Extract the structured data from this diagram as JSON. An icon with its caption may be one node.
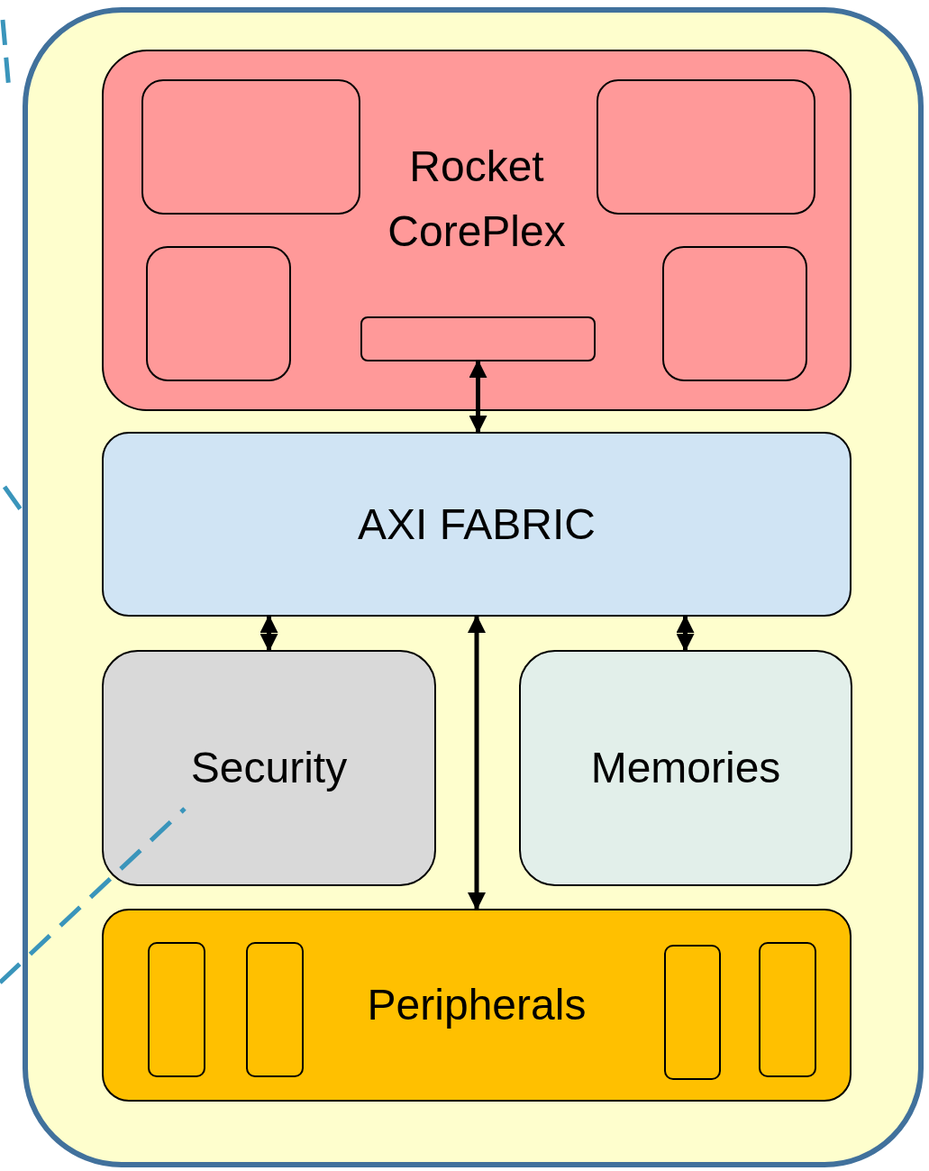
{
  "diagram": {
    "nodes": [
      {
        "text": [],
        "shape": "box"
      },
      {
        "text": [
          "Rocket CorePlex"
        ],
        "in": 0
      },
      {
        "text": [],
        "shape": "box",
        "in": 1
      },
      {
        "text": [],
        "shape": "box",
        "in": 1
      },
      {
        "text": [],
        "shape": "box",
        "in": 1
      },
      {
        "text": [],
        "shape": "box",
        "in": 1
      },
      {
        "text": [],
        "shape": "box",
        "in": 1
      },
      {
        "text": [
          "AXI FABRIC"
        ],
        "in": 0
      },
      {
        "text": [
          "Security"
        ],
        "in": 0
      },
      {
        "text": [
          "Memories"
        ],
        "in": 0
      },
      {
        "text": [
          "Peripherals"
        ],
        "in": 0
      },
      {
        "text": [],
        "shape": "box",
        "in": 10
      },
      {
        "text": [],
        "shape": "box",
        "in": 10
      },
      {
        "text": [],
        "shape": "box",
        "in": 10
      },
      {
        "text": [],
        "shape": "box",
        "in": 10
      }
    ],
    "edges": [
      {
        "from": 5,
        "to": 7,
        "arrow": "both"
      },
      {
        "from": 7,
        "to": 8,
        "arrow": "both"
      },
      {
        "from": 7,
        "to": 9,
        "arrow": "both"
      },
      {
        "from": 7,
        "to": 10,
        "arrow": "both"
      }
    ]
  }
}
